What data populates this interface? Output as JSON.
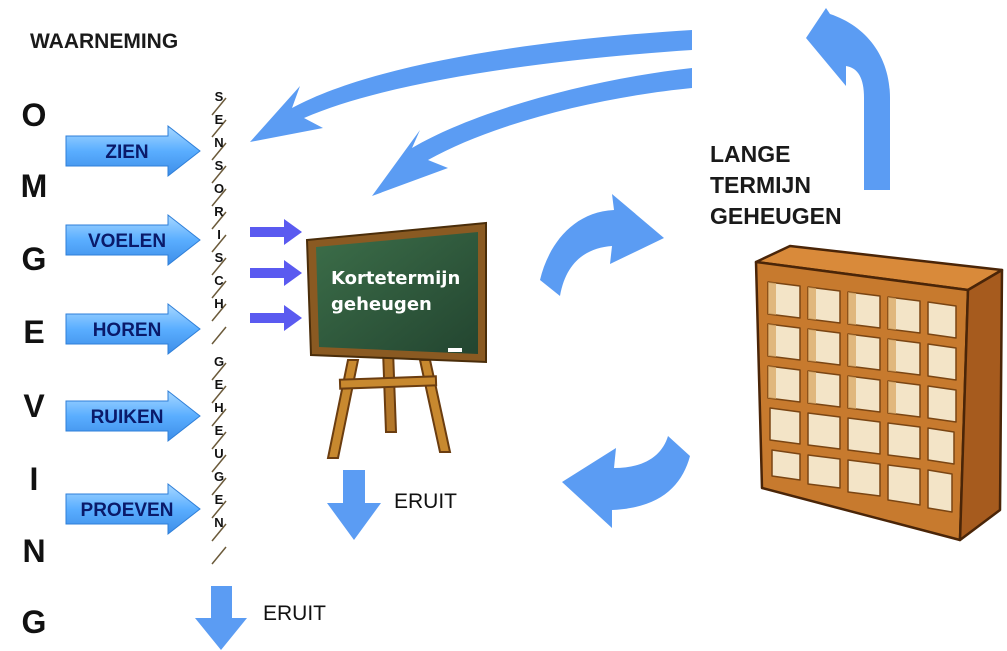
{
  "waarneming_title": "WAARNEMING",
  "omgeving_letters": [
    "O",
    "M",
    "G",
    "E",
    "V",
    "I",
    "N",
    "G"
  ],
  "senses": [
    "ZIEN",
    "VOELEN",
    "HOREN",
    "RUIKEN",
    "PROEVEN"
  ],
  "sensorisch_letters": [
    "S",
    "E",
    "N",
    "S",
    "O",
    "R",
    "I",
    "S",
    "C",
    "H",
    "G",
    "E",
    "H",
    "E",
    "U",
    "G",
    "E",
    "N"
  ],
  "short_term_memory": {
    "line1": "Kortetermijn",
    "line2": "geheugen"
  },
  "long_term_memory": {
    "line1": "LANGE",
    "line2": "TERMIJN",
    "line3": "GEHEUGEN"
  },
  "eruit_short": "ERUIT",
  "eruit_sensory": "ERUIT",
  "colors": {
    "arrow_blue": "#5b9cf3",
    "sense_arrow": "#7fc0ff",
    "small_arrow": "#5a5af0",
    "board_green": "#2f5a3c",
    "cabinet_brown": "#c77a2e"
  }
}
